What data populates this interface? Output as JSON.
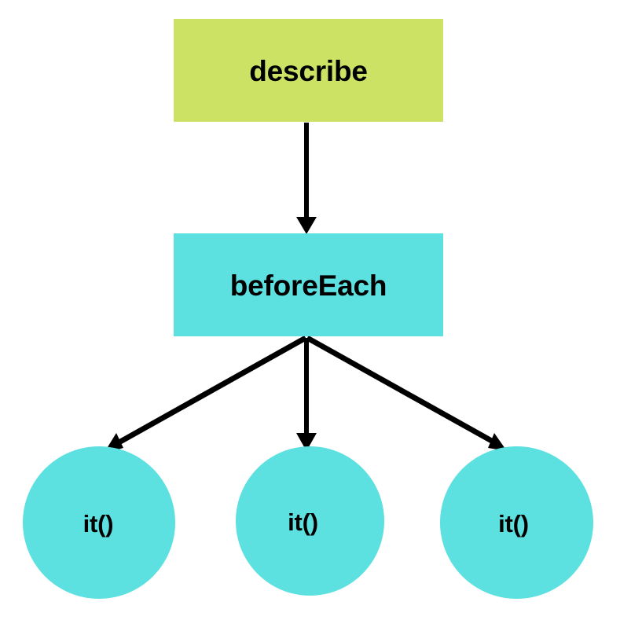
{
  "diagram": {
    "type": "flowchart",
    "title": "describe / beforeEach / it() test lifecycle tree",
    "background_color": "#ffffff",
    "colors": {
      "describe_fill": "#cbe265",
      "hook_fill": "#5ce0e0",
      "test_fill": "#5ce0e0",
      "edge_stroke": "#000000",
      "label_color": "#000000"
    },
    "nodes": [
      {
        "id": "describe",
        "label": "describe",
        "shape": "rectangle",
        "fill": "#cbe265"
      },
      {
        "id": "beforeEach",
        "label": "beforeEach",
        "shape": "rectangle",
        "fill": "#5ce0e0"
      },
      {
        "id": "it_1",
        "label": "it()",
        "shape": "circle",
        "fill": "#5ce0e0"
      },
      {
        "id": "it_2",
        "label": "it()",
        "shape": "circle",
        "fill": "#5ce0e0"
      },
      {
        "id": "it_3",
        "label": "it()",
        "shape": "circle",
        "fill": "#5ce0e0"
      }
    ],
    "edges": [
      {
        "id": "edge-describe-beforeeach",
        "from": "describe",
        "to": "beforeEach",
        "arrow": "to"
      },
      {
        "id": "edge-beforeeach-it1",
        "from": "beforeEach",
        "to": "it_1",
        "arrow": "to"
      },
      {
        "id": "edge-beforeeach-it2",
        "from": "beforeEach",
        "to": "it_2",
        "arrow": "to"
      },
      {
        "id": "edge-beforeeach-it3",
        "from": "beforeEach",
        "to": "it_3",
        "arrow": "to"
      }
    ]
  }
}
